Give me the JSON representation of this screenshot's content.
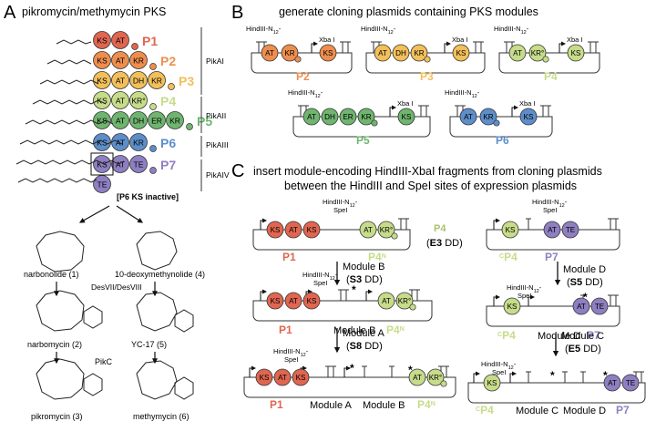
{
  "panels": {
    "a": {
      "letter": "A",
      "title": "pikromycin/methymycin PKS"
    },
    "b": {
      "letter": "B",
      "title": "generate cloning plasmids containing PKS modules"
    },
    "c": {
      "letter": "C",
      "title_line1": "insert module-encoding HindIII-XbaI fragments from cloning plasmids",
      "title_line2": "between the HindIII and SpeI sites of expression plasmids"
    }
  },
  "pks": {
    "modules": [
      {
        "label": "P1",
        "color": "#e06650",
        "domains": [
          "KS",
          "AT"
        ]
      },
      {
        "label": "P2",
        "color": "#ee8e4e",
        "domains": [
          "KS",
          "AT",
          "KR"
        ]
      },
      {
        "label": "P3",
        "color": "#f2bf5a",
        "domains": [
          "KS",
          "AT",
          "DH",
          "KR"
        ]
      },
      {
        "label": "P4",
        "color": "#c7dc8a",
        "domains": [
          "KS",
          "AT",
          "KR°"
        ]
      },
      {
        "label": "P5",
        "color": "#6fb56f",
        "domains": [
          "KS",
          "AT",
          "DH",
          "ER",
          "KR"
        ]
      },
      {
        "label": "P6",
        "color": "#5d8ec9",
        "domains": [
          "KS",
          "AT",
          "KR"
        ]
      },
      {
        "label": "P7",
        "color": "#8e7fc2",
        "domains": [
          "KS",
          "AT",
          "TE"
        ]
      }
    ],
    "proteins": [
      "PikAI",
      "PikAII",
      "PikAIII",
      "PikAIV"
    ],
    "note": "[P6 KS inactive]"
  },
  "compounds": {
    "narbonolide": "narbonolide (1)",
    "deoxymethynolide": "10-deoxymethynolide (4)",
    "narbomycin": "narbomycin (2)",
    "yc17": "YC-17 (5)",
    "pikromycin": "pikromycin (3)",
    "methymycin": "methymycin (6)",
    "desvii": "DesVII/DesVIII",
    "pikc": "PikC"
  },
  "cloning": {
    "site_left": "HindIII-N",
    "site_left_sub": "12",
    "site_left_end": "-",
    "spe": "SpeI",
    "xba": "Xba I",
    "plasmids": [
      "P2",
      "P3",
      "P4",
      "P5",
      "P6"
    ]
  },
  "assembly": {
    "p4_center": "P4",
    "e3": "(E3 DD)",
    "e3_bold": "E3",
    "module_b": "Module B",
    "s3": "(S3 DD)",
    "module_a": "Module A",
    "s8": "(S8 DD)",
    "module_d": "Module D",
    "s5": "(S5 DD)",
    "module_c": "Module C",
    "e5": "(E5 DD)",
    "p1": "P1",
    "p4n": "P4",
    "p4n_sup": "N",
    "cp4": "P4",
    "cp4_sup": "C",
    "p7": "P7",
    "star": "*"
  },
  "domain_labels": {
    "ks": "KS",
    "at": "AT",
    "kr": "KR",
    "dh": "DH",
    "er": "ER",
    "te": "TE",
    "krz": "KR°"
  },
  "colors": {
    "p1": "#e06650",
    "p2": "#ee8e4e",
    "p3": "#f2bf5a",
    "p4": "#c7dc8a",
    "p5": "#6fb56f",
    "p6": "#5d8ec9",
    "p7": "#8e7fc2"
  }
}
